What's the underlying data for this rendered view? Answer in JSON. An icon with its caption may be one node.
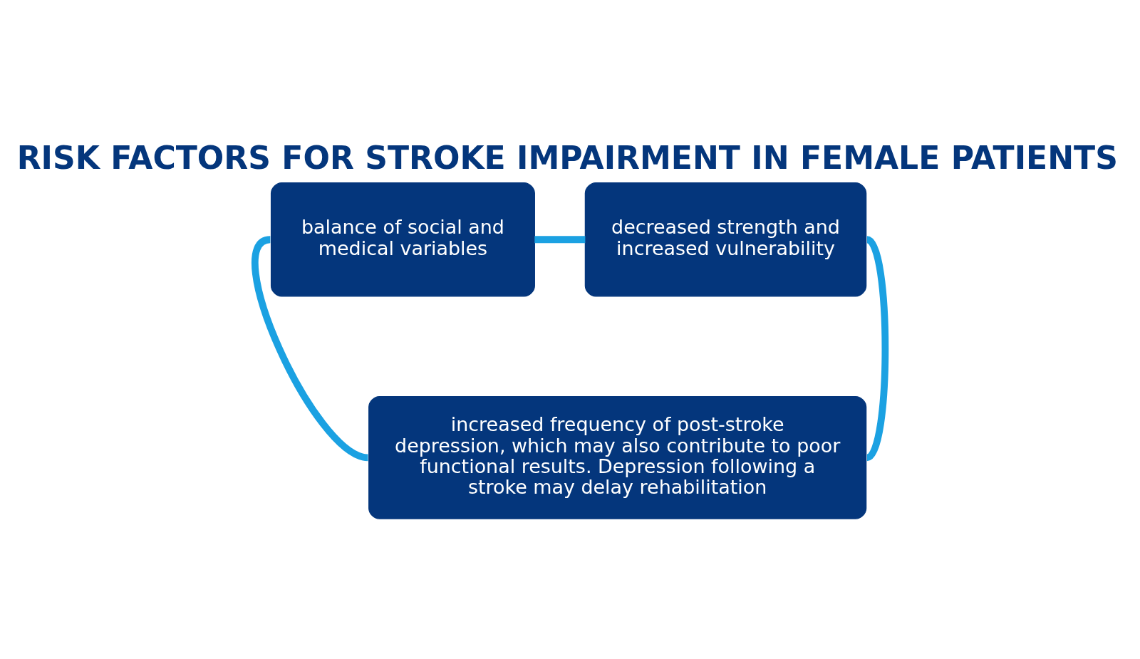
{
  "diagram": {
    "title": "RISK FACTORS FOR STROKE IMPAIRMENT IN FEMALE PATIENTS",
    "nodes": [
      {
        "text": [
          "balance of social and medical variables"
        ]
      },
      {
        "text": [
          "decreased strength and increased vulnerability"
        ]
      },
      {
        "text": [
          "increased frequency of post-stroke depression, which may also contribute to poor functional results. Depression following a stroke may delay rehabilitation"
        ]
      }
    ],
    "edges": [
      {
        "from": 0,
        "to": 1,
        "arrow": "none"
      },
      {
        "from": 1,
        "to": 2,
        "arrow": "none"
      },
      {
        "from": 2,
        "to": 0,
        "arrow": "none"
      }
    ]
  }
}
